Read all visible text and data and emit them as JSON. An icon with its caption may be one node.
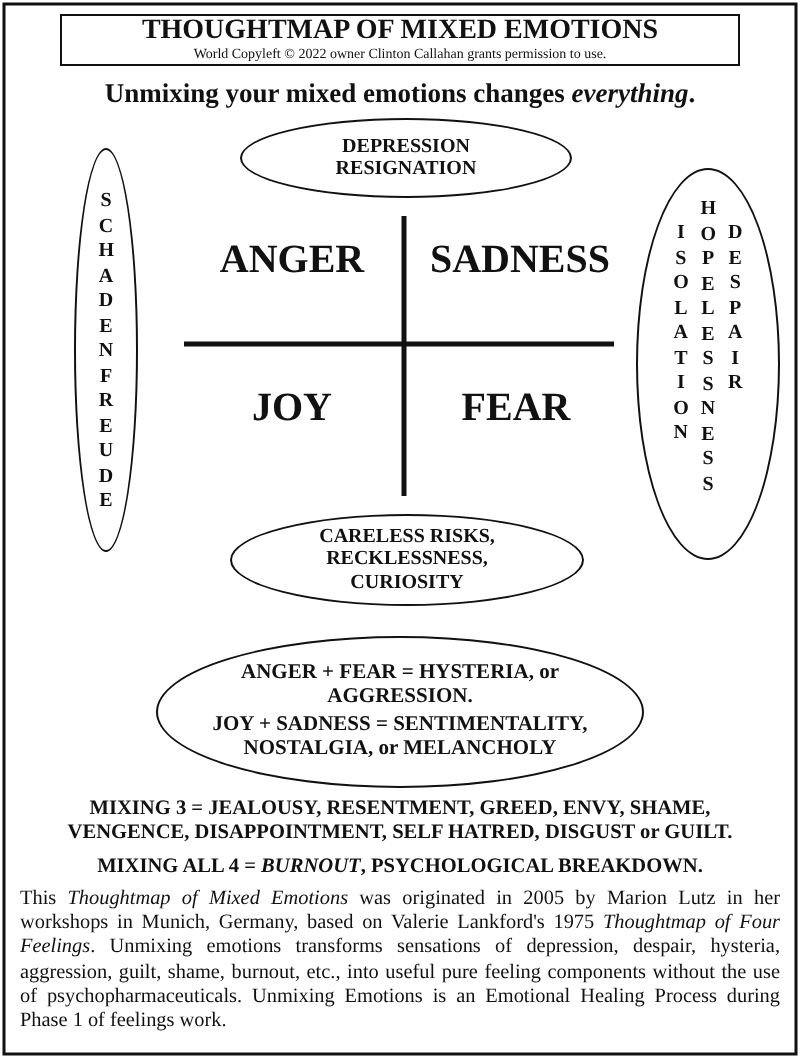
{
  "diagram": {
    "nodes": [
      {
        "text": [
          "THOUGHTMAP OF MIXED EMOTIONS",
          "World Copyleft © 2022 owner Clinton Callahan grants permission to use."
        ]
      },
      {
        "text": [
          "DEPRESSION RESIGNATION"
        ]
      },
      {
        "text": [
          "SCHADENFREUDE"
        ]
      },
      {
        "text": [
          "ISOLATION",
          "HOPELESSNESS",
          "DESPAIR"
        ]
      },
      {
        "text": [
          "CARELESS RISKS, RECKLESSNESS, CURIOSITY"
        ]
      },
      {
        "text": [
          "ANGER + FEAR = HYSTERIA, or AGGRESSION.",
          "JOY + SADNESS = SENTIMENTALITY, NOSTALGIA, or MELANCHOLY"
        ]
      }
    ],
    "labels": [
      "Unmixing your mixed emotions changes *everything*.",
      "ANGER",
      "SADNESS",
      "JOY",
      "FEAR",
      "MIXING 3 = JEALOUSY, RESENTMENT, GREED, ENVY, SHAME, VENGENCE, DISAPPOINTMENT, SELF HATRED, DISGUST or GUILT.",
      "MIXING ALL 4 = *BURNOUT*, PSYCHOLOGICAL BREAKDOWN.",
      "This *Thoughtmap of Mixed Emotions* was originated in 2005 by Marion Lutz in her workshops in Munich, Germany, based on Valerie Lankford's 1975 *Thoughtmap of Four Feelings*. Unmixing emotions transforms sensations of depression, despair, hysteria, aggression, guilt, shame, burnout, etc., into useful pure feeling components without the use of psychopharmaceuticals. Unmixing Emotions is an Emotional Healing Process during Phase 1 of feelings work."
    ]
  }
}
